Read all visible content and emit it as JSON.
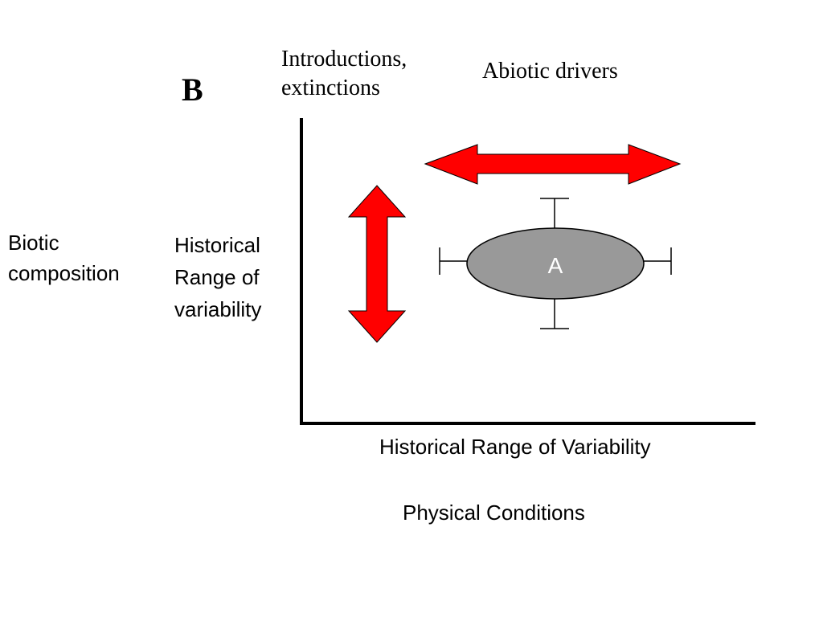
{
  "panel_label": "B",
  "top_labels": {
    "introductions": [
      "Introductions,",
      "extinctions"
    ],
    "abiotic": "Abiotic drivers"
  },
  "y_side": {
    "outer": [
      "Biotic",
      "composition"
    ],
    "inner": [
      "Historical",
      "Range of",
      "variability"
    ]
  },
  "x_side": {
    "axis_label": "Historical Range of Variability",
    "bottom_label": "Physical Conditions"
  },
  "node": {
    "label": "A",
    "fill": "#999999"
  },
  "colors": {
    "arrow_fill": "#ff0000",
    "stroke": "#000000"
  }
}
